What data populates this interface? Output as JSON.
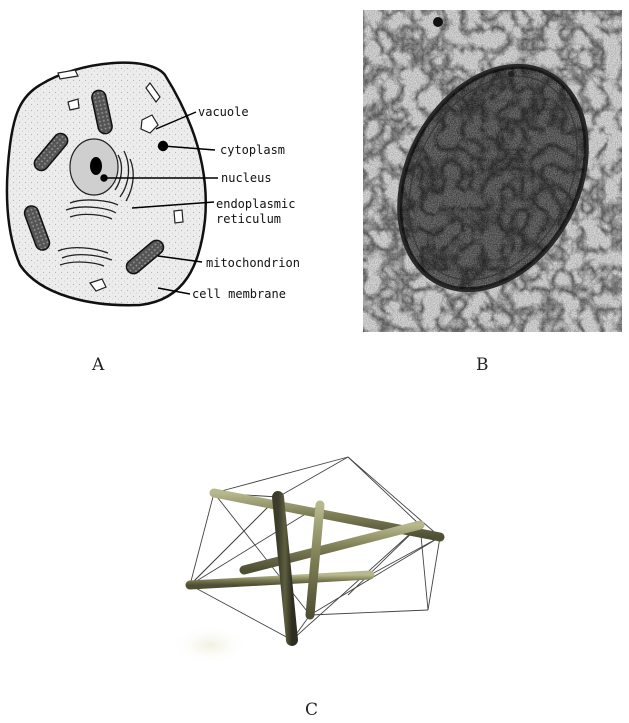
{
  "panels": {
    "a": {
      "letter": "A",
      "labels": {
        "vacuole": "vacuole",
        "cytoplasm": "cytoplasm",
        "nucleus": "nucleus",
        "er_line1": "endoplasmic",
        "er_line2": "reticulum",
        "mitochondrion": "mitochondrion",
        "cell_membrane": "cell membrane"
      }
    },
    "b": {
      "letter": "B"
    },
    "c": {
      "letter": "C"
    }
  },
  "colors": {
    "cytoplasm_fill": "#eeeeee",
    "micrograph_bg": "#d9d9d9",
    "micrograph_dark": "#3a3a3a",
    "strut": "#6b6b45",
    "cable": "#444444"
  }
}
